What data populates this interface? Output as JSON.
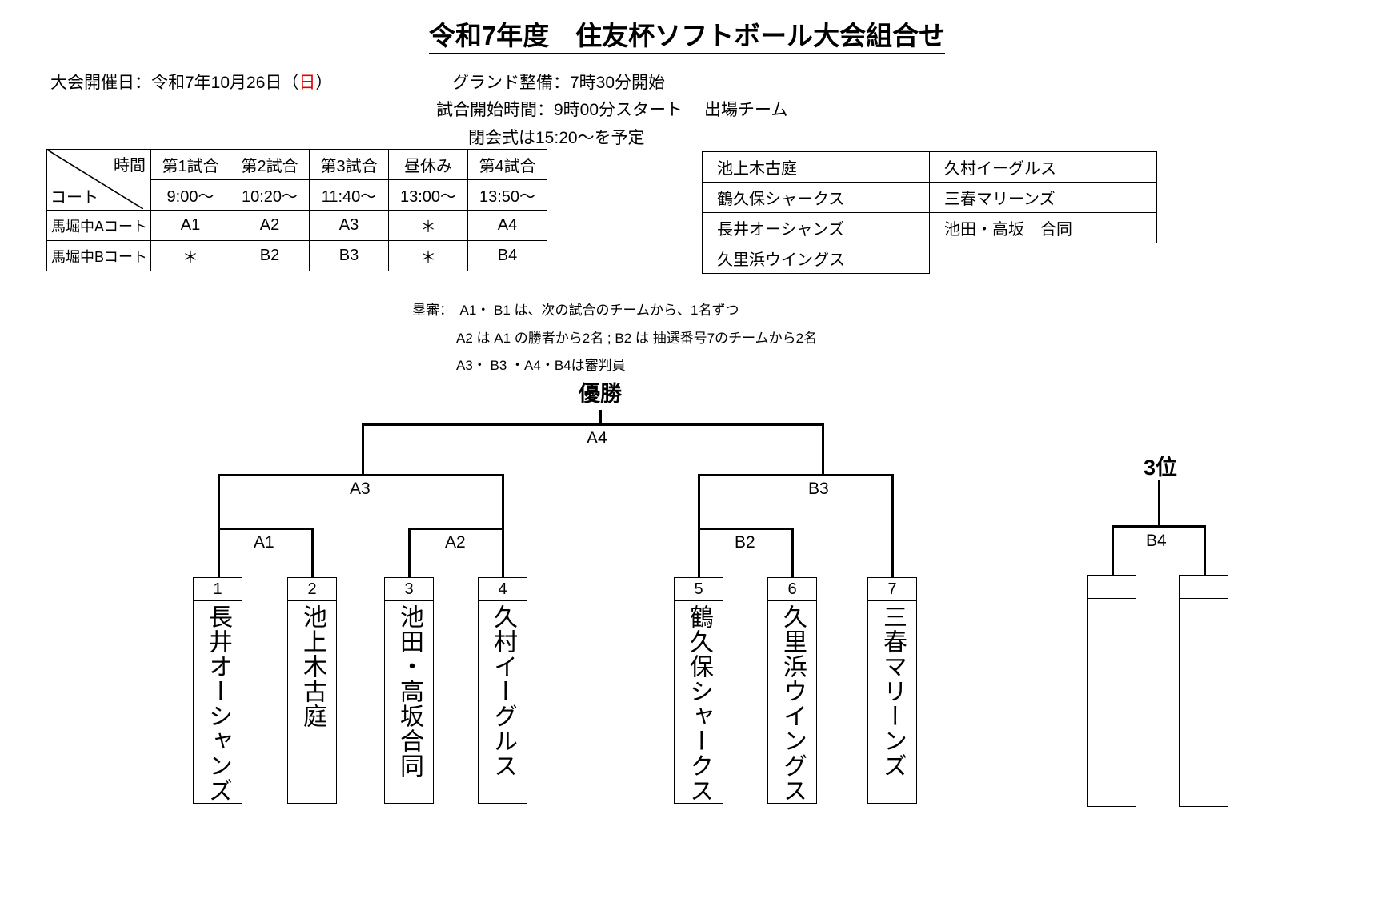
{
  "title": "令和7年度　住友杯ソフトボール大会組合せ",
  "header": {
    "event_date_label": "大会開催日：令和7年10月26日（",
    "event_date_day": "日",
    "event_date_close": "）",
    "ground_prep": "グランド整備：7時30分開始",
    "start_time": "試合開始時間：9時00分スタート",
    "closing": "閉会式は15:20～を予定",
    "entry_label": "出場チーム",
    "red_color": "#e00000"
  },
  "schedule": {
    "corner_time_label": "時間",
    "corner_court_label": "コート",
    "columns": [
      "第1試合",
      "第2試合",
      "第3試合",
      "昼休み",
      "第4試合"
    ],
    "times": [
      "9:00～",
      "10:20～",
      "11:40～",
      "13:00～",
      "13:50～"
    ],
    "rows": [
      {
        "court": "馬堀中Aコート",
        "cells": [
          "A1",
          "A2",
          "A3",
          "＊",
          "A4"
        ]
      },
      {
        "court": "馬堀中Bコート",
        "cells": [
          "＊",
          "B2",
          "B3",
          "＊",
          "B4"
        ]
      }
    ]
  },
  "teams_table": {
    "rows": [
      [
        "池上木古庭",
        "久村イーグルス"
      ],
      [
        "鶴久保シャークス",
        "三春マリーンズ"
      ],
      [
        "長井オーシャンズ",
        "池田・高坂　合同"
      ],
      [
        "久里浜ウイングス",
        ""
      ]
    ]
  },
  "notes": [
    "塁審：　A1・ B1 は、次の試合のチームから、1名ずつ",
    "A2 は A1 の勝者から2名 ; B2 は  抽選番号7のチームから2名",
    "A3・ B3 ・A4・B4は審判員"
  ],
  "bracket": {
    "champion_label": "優勝",
    "third_label": "3位",
    "matches": {
      "a4": "A4",
      "a3": "A3",
      "b3": "B3",
      "a1": "A1",
      "a2": "A2",
      "b2": "B2",
      "b4": "B4"
    },
    "seeds": [
      {
        "num": "1",
        "name": "長井オーシャンズ"
      },
      {
        "num": "2",
        "name": "池上木古庭"
      },
      {
        "num": "3",
        "name": "池田・高坂合同"
      },
      {
        "num": "4",
        "name": "久村イーグルス"
      },
      {
        "num": "5",
        "name": "鶴久保シャークス"
      },
      {
        "num": "6",
        "name": "久里浜ウイングス"
      },
      {
        "num": "7",
        "name": "三春マリーンズ"
      }
    ]
  }
}
